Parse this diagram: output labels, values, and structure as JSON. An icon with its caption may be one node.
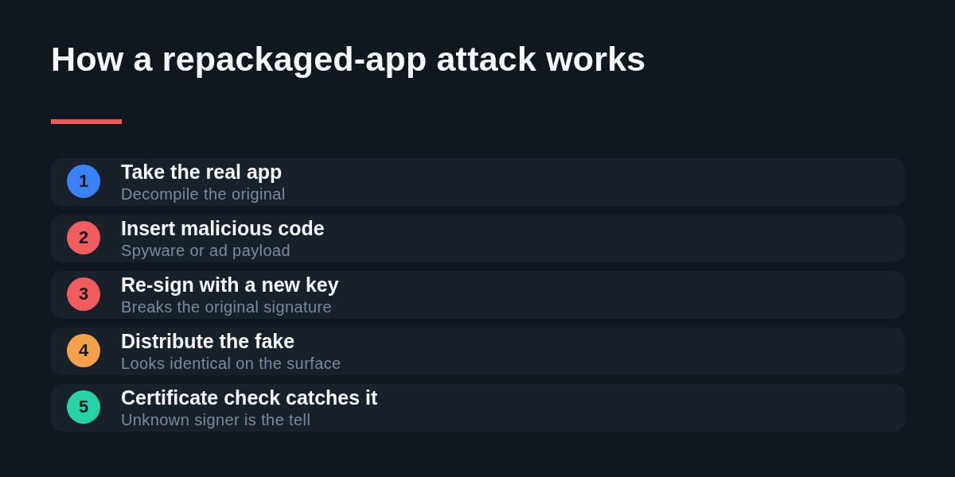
{
  "diagram": {
    "title": "How a repackaged-app attack works",
    "nodes": [
      {
        "text": [
          "Take the real app",
          "Decompile the original"
        ]
      },
      {
        "text": [
          "1"
        ],
        "in": 0
      },
      {
        "text": [
          "Insert malicious code",
          "Spyware or ad payload"
        ]
      },
      {
        "text": [
          "2"
        ],
        "in": 2
      },
      {
        "text": [
          "Re-sign with a new key",
          "Breaks the original signature"
        ]
      },
      {
        "text": [
          "3"
        ],
        "in": 4
      },
      {
        "text": [
          "Distribute the fake",
          "Looks identical on the surface"
        ]
      },
      {
        "text": [
          "4"
        ],
        "in": 6
      },
      {
        "text": [
          "Certificate check catches it",
          "Unknown signer is the tell"
        ]
      },
      {
        "text": [
          "5"
        ],
        "in": 8
      }
    ]
  }
}
